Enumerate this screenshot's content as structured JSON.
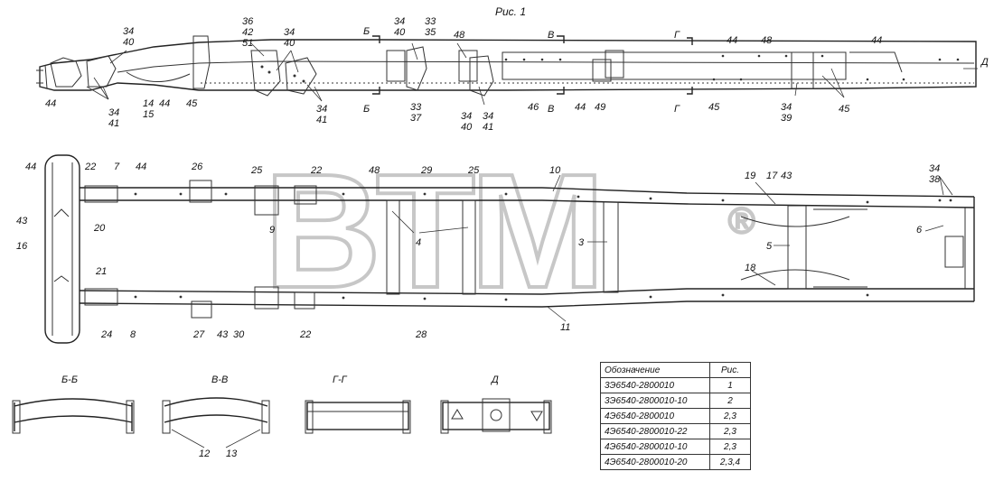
{
  "figure_title": "Рис. 1",
  "watermark": {
    "text": "BTM",
    "mark": "®"
  },
  "callouts_top": [
    {
      "id": "t1",
      "text": "34"
    },
    {
      "id": "t2",
      "text": "40"
    },
    {
      "id": "t3",
      "text": "36"
    },
    {
      "id": "t4",
      "text": "42"
    },
    {
      "id": "t5",
      "text": "51"
    },
    {
      "id": "t6",
      "text": "34"
    },
    {
      "id": "t7",
      "text": "40"
    },
    {
      "id": "t8",
      "text": "34"
    },
    {
      "id": "t9",
      "text": "40"
    },
    {
      "id": "t10",
      "text": "33"
    },
    {
      "id": "t11",
      "text": "35"
    },
    {
      "id": "t12",
      "text": "48"
    },
    {
      "id": "t13",
      "text": "44"
    },
    {
      "id": "t14",
      "text": "48"
    },
    {
      "id": "t15",
      "text": "44"
    },
    {
      "id": "t16",
      "text": "Д"
    },
    {
      "id": "t17",
      "text": "44"
    },
    {
      "id": "t18",
      "text": "34"
    },
    {
      "id": "t19",
      "text": "41"
    },
    {
      "id": "t20",
      "text": "14"
    },
    {
      "id": "t21",
      "text": "15"
    },
    {
      "id": "t22",
      "text": "44"
    },
    {
      "id": "t23",
      "text": "45"
    },
    {
      "id": "t24",
      "text": "34"
    },
    {
      "id": "t25",
      "text": "41"
    },
    {
      "id": "t26",
      "text": "33"
    },
    {
      "id": "t27",
      "text": "37"
    },
    {
      "id": "t28",
      "text": "34"
    },
    {
      "id": "t29",
      "text": "40"
    },
    {
      "id": "t30",
      "text": "34"
    },
    {
      "id": "t31",
      "text": "41"
    },
    {
      "id": "t32",
      "text": "46"
    },
    {
      "id": "t33",
      "text": "44"
    },
    {
      "id": "t34",
      "text": "49"
    },
    {
      "id": "t35",
      "text": "45"
    },
    {
      "id": "t36",
      "text": "34"
    },
    {
      "id": "t37",
      "text": "39"
    },
    {
      "id": "t38",
      "text": "45"
    }
  ],
  "section_marks": [
    {
      "id": "b1",
      "text": "Б"
    },
    {
      "id": "b2",
      "text": "Б"
    },
    {
      "id": "v1",
      "text": "В"
    },
    {
      "id": "v2",
      "text": "В"
    },
    {
      "id": "g1",
      "text": "Г"
    },
    {
      "id": "g2",
      "text": "Г"
    }
  ],
  "callouts_plan": [
    {
      "id": "p1",
      "text": "44"
    },
    {
      "id": "p2",
      "text": "22"
    },
    {
      "id": "p3",
      "text": "7"
    },
    {
      "id": "p4",
      "text": "44"
    },
    {
      "id": "p5",
      "text": "26"
    },
    {
      "id": "p6",
      "text": "25"
    },
    {
      "id": "p7",
      "text": "22"
    },
    {
      "id": "p8",
      "text": "48"
    },
    {
      "id": "p9",
      "text": "29"
    },
    {
      "id": "p10",
      "text": "25"
    },
    {
      "id": "p11",
      "text": "10"
    },
    {
      "id": "p12",
      "text": "19"
    },
    {
      "id": "p13",
      "text": "17"
    },
    {
      "id": "p14",
      "text": "43"
    },
    {
      "id": "p15",
      "text": "34"
    },
    {
      "id": "p16",
      "text": "38"
    },
    {
      "id": "p17",
      "text": "43"
    },
    {
      "id": "p18",
      "text": "20"
    },
    {
      "id": "p19",
      "text": "16"
    },
    {
      "id": "p20",
      "text": "9"
    },
    {
      "id": "p21",
      "text": "4"
    },
    {
      "id": "p22",
      "text": "3"
    },
    {
      "id": "p23",
      "text": "5"
    },
    {
      "id": "p24",
      "text": "6"
    },
    {
      "id": "p25",
      "text": "21"
    },
    {
      "id": "p26",
      "text": "18"
    },
    {
      "id": "p27",
      "text": "24"
    },
    {
      "id": "p28",
      "text": "8"
    },
    {
      "id": "p29",
      "text": "27"
    },
    {
      "id": "p30",
      "text": "43"
    },
    {
      "id": "p31",
      "text": "30"
    },
    {
      "id": "p32",
      "text": "22"
    },
    {
      "id": "p33",
      "text": "28"
    },
    {
      "id": "p34",
      "text": "11"
    }
  ],
  "sections": [
    {
      "id": "s1",
      "label": "Б-Б"
    },
    {
      "id": "s2",
      "label": "В-В"
    },
    {
      "id": "s3",
      "label": "Г-Г"
    },
    {
      "id": "s4",
      "label": "Д"
    }
  ],
  "section_callouts": [
    {
      "id": "sc1",
      "text": "12"
    },
    {
      "id": "sc2",
      "text": "13"
    }
  ],
  "legend": {
    "headers": [
      "Обозначение",
      "Рис."
    ],
    "rows": [
      [
        "3Э6540-2800010",
        "1"
      ],
      [
        "3Э6540-2800010-10",
        "2"
      ],
      [
        "4Э6540-2800010",
        "2,3"
      ],
      [
        "4Э6540-2800010-22",
        "2,3"
      ],
      [
        "4Э6540-2800010-10",
        "2,3"
      ],
      [
        "4Э6540-2800010-20",
        "2,3,4"
      ]
    ]
  }
}
